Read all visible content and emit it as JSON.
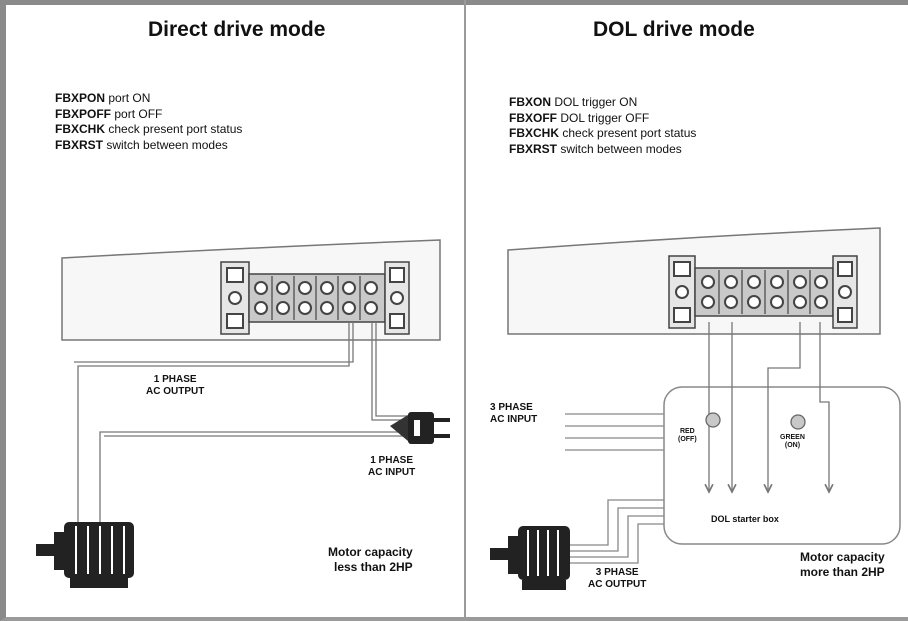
{
  "left": {
    "title": "Direct drive mode",
    "commands": [
      {
        "code": "FBXPON",
        "desc": "port ON"
      },
      {
        "code": "FBXPOFF",
        "desc": "port OFF"
      },
      {
        "code": "FBXCHK",
        "desc": "check present port status"
      },
      {
        "code": "FBXRST",
        "desc": "switch between modes"
      }
    ],
    "output_label": "1 PHASE\nAC OUTPUT",
    "input_label": "1 PHASE\nAC INPUT",
    "motor_capacity": "Motor capacity\nless than 2HP"
  },
  "right": {
    "title": "DOL drive mode",
    "commands": [
      {
        "code": "FBXON",
        "desc": "DOL trigger ON"
      },
      {
        "code": "FBXOFF",
        "desc": "DOL trigger  OFF"
      },
      {
        "code": "FBXCHK",
        "desc": "check present port status"
      },
      {
        "code": "FBXRST",
        "desc": "switch between modes"
      }
    ],
    "input_label": "3 PHASE\nAC INPUT",
    "red_label": "RED\n(OFF)",
    "green_label": "GREEN\n(ON)",
    "box_label": "DOL starter box",
    "output_label": "3 PHASE\nAC OUTPUT",
    "motor_capacity": "Motor capacity\nmore than 2HP"
  }
}
